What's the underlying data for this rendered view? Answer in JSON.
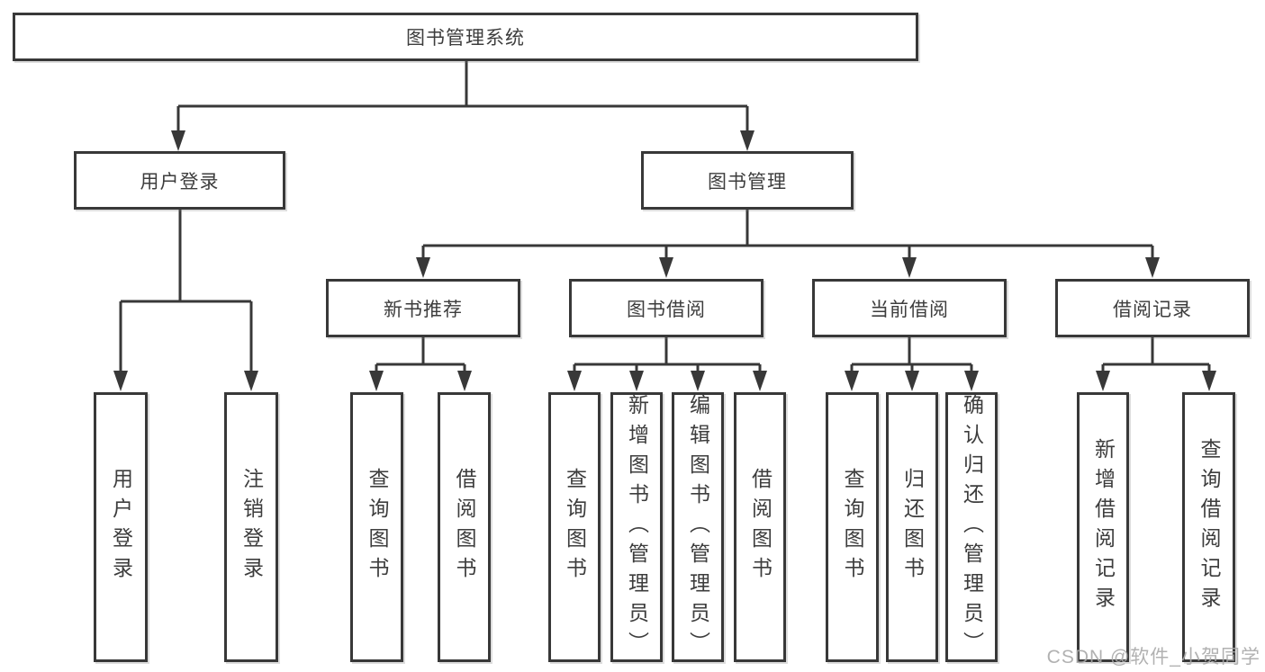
{
  "diagram": {
    "type": "hierarchy-tree",
    "title": "图书管理系统",
    "colors": {
      "line": "#383838",
      "box_border": "#383838",
      "box_background": "#ffffff",
      "text": "#3d3d3d",
      "page_background": "#ffffff",
      "watermark": "#a8a8a8"
    },
    "nodes": {
      "root": {
        "label": "图书管理系统",
        "parent": null
      },
      "user-login": {
        "label": "用户登录",
        "parent": "root"
      },
      "book-management": {
        "label": "图书管理",
        "parent": "root"
      },
      "new-book-recommend": {
        "label": "新书推荐",
        "parent": "book-management"
      },
      "book-borrowing": {
        "label": "图书借阅",
        "parent": "book-management"
      },
      "current-borrowing": {
        "label": "当前借阅",
        "parent": "book-management"
      },
      "borrowing-records": {
        "label": "借阅记录",
        "parent": "book-management"
      },
      "leaf-user-login": {
        "label": "用户登录",
        "parent": "user-login"
      },
      "leaf-logout": {
        "label": "注销登录",
        "parent": "user-login"
      },
      "leaf-query-books-1": {
        "label": "查询图书",
        "parent": "new-book-recommend"
      },
      "leaf-borrow-books-1": {
        "label": "借阅图书",
        "parent": "new-book-recommend"
      },
      "leaf-query-books-2": {
        "label": "查询图书",
        "parent": "book-borrowing"
      },
      "leaf-add-books": {
        "label": "新增图书（管理员）",
        "parent": "book-borrowing"
      },
      "leaf-edit-books": {
        "label": "编辑图书（管理员）",
        "parent": "book-borrowing"
      },
      "leaf-borrow-books-2": {
        "label": "借阅图书",
        "parent": "book-borrowing"
      },
      "leaf-query-books-3": {
        "label": "查询图书",
        "parent": "current-borrowing"
      },
      "leaf-return-books": {
        "label": "归还图书",
        "parent": "current-borrowing"
      },
      "leaf-confirm-return": {
        "label": "确认归还（管理员）",
        "parent": "current-borrowing"
      },
      "leaf-add-borrow-record": {
        "label": "新增借阅记录",
        "parent": "borrowing-records"
      },
      "leaf-query-borrow-record": {
        "label": "查询借阅记录",
        "parent": "borrowing-records"
      }
    },
    "watermark": {
      "text": "CSDN @软件_小贺同学"
    }
  }
}
